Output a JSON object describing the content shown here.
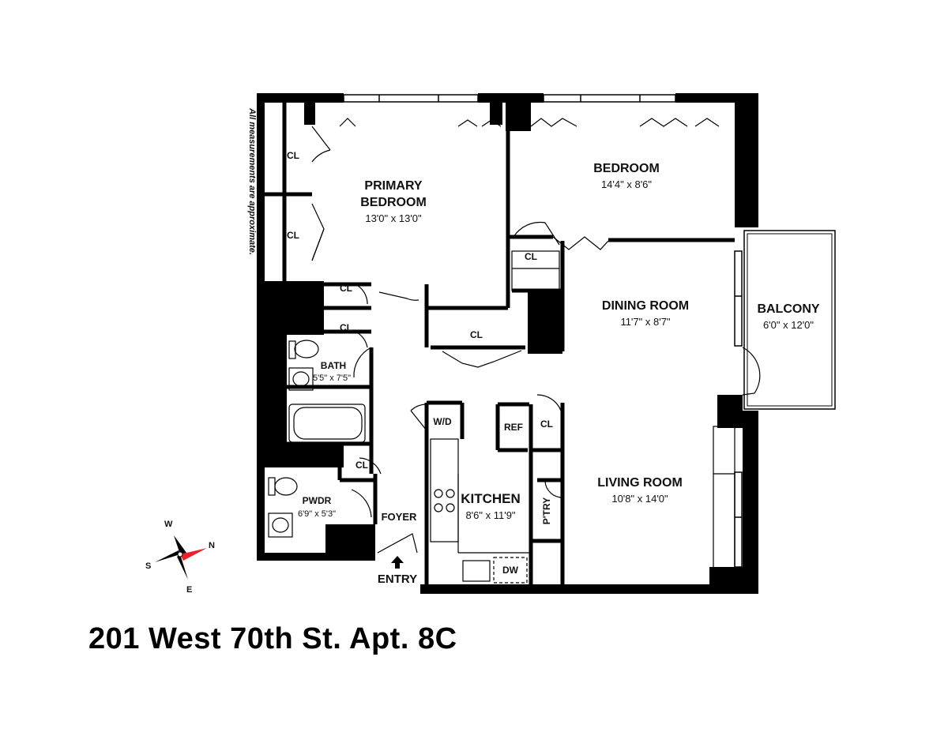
{
  "title": "201 West 70th St. Apt. 8C",
  "disclaimer": "All measurements are approximate.",
  "rooms": {
    "primary_bedroom": {
      "name_line1": "PRIMARY",
      "name_line2": "BEDROOM",
      "size": "13'0\" x 13'0\""
    },
    "bedroom": {
      "name": "BEDROOM",
      "size": "14'4\" x 8'6\""
    },
    "dining_room": {
      "name": "DINING ROOM",
      "size": "11'7\" x 8'7\""
    },
    "balcony": {
      "name": "BALCONY",
      "size": "6'0\" x 12'0\""
    },
    "living_room": {
      "name": "LIVING ROOM",
      "size": "10'8\" x 14'0\""
    },
    "kitchen": {
      "name": "KITCHEN",
      "size": "8'6\" x 11'9\""
    },
    "bath": {
      "name": "BATH",
      "size": "5'5\" x 7'5\""
    },
    "powder": {
      "name": "PWDR",
      "size": "6'9\" x 5'3\""
    },
    "foyer": {
      "name": "FOYER"
    },
    "entry": {
      "name": "ENTRY"
    }
  },
  "fixtures": {
    "closet": "CL",
    "washer_dryer": "W/D",
    "refrigerator": "REF",
    "pantry": "P'TRY",
    "dishwasher": "DW"
  },
  "compass": {
    "n": "N",
    "s": "S",
    "e": "E",
    "w": "W",
    "north_color": "#e8232a"
  }
}
